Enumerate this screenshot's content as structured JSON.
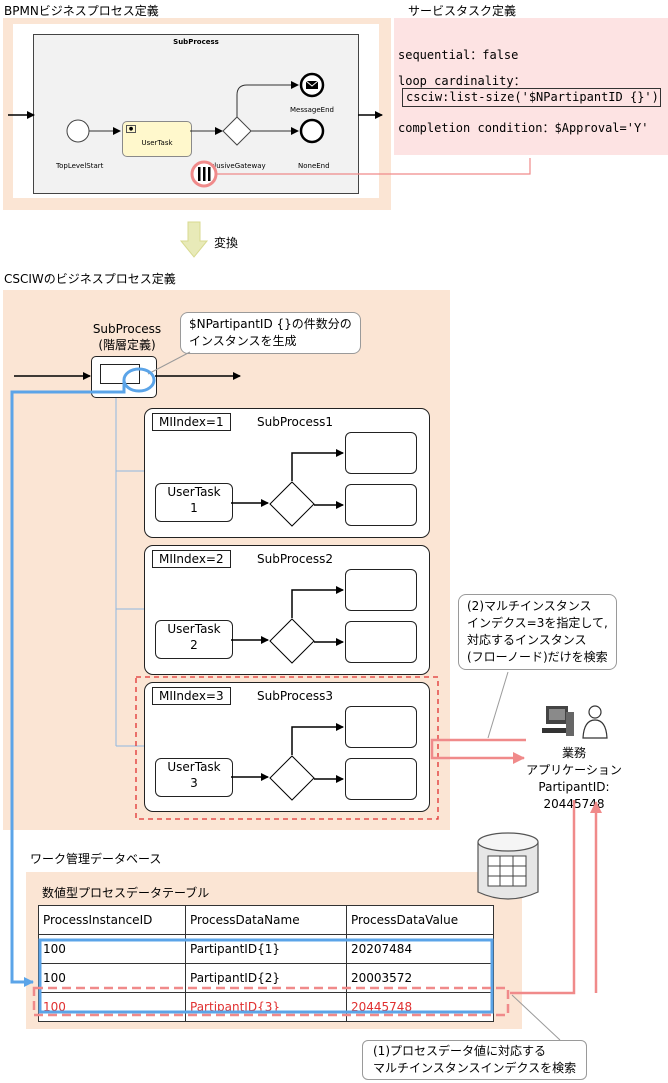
{
  "bpmn": {
    "title": "BPMNビジネスプロセス定義",
    "subprocess_label": "SubProcess",
    "usertask_label": "UserTask",
    "start_label": "TopLevelStart",
    "gateway_label": "ExclusiveGateway",
    "message_end_label": "MessageEnd",
    "none_end_label": "NoneEnd"
  },
  "service_task": {
    "title": "サービスタスク定義",
    "sequential": "sequential：false",
    "loop_cardinality": "loop cardinality：",
    "list_size": "csciw:list-size('$NPartipantID {}')",
    "completion": "completion condition：$Approval='Y'"
  },
  "conversion_label": "変換",
  "csciw": {
    "title": "CSCIWのビジネスプロセス定義",
    "subprocess_label_1": "SubProcess",
    "subprocess_label_2": "(階層定義)",
    "callout_line1": "$NPartipantID {}の件数分の",
    "callout_line2": "インスタンスを生成",
    "instances": [
      {
        "index": "MIIndex=1",
        "name": "SubProcess1",
        "task1": "UserTask",
        "task2": "1"
      },
      {
        "index": "MIIndex=2",
        "name": "SubProcess2",
        "task1": "UserTask",
        "task2": "2"
      },
      {
        "index": "MIIndex=3",
        "name": "SubProcess3",
        "task1": "UserTask",
        "task2": "3"
      }
    ]
  },
  "search_callout": {
    "line1": "(2)マルチインスタンス",
    "line2": "インデクス=3を指定して,",
    "line3": "対応するインスタンス",
    "line4": "(フローノード)だけを検索"
  },
  "app": {
    "line1": "業務",
    "line2": "アプリケーション",
    "line3": "PartipantID:",
    "line4": "20445748"
  },
  "db": {
    "title": "ワーク管理データベース",
    "table_title": "数値型プロセスデータテーブル",
    "headers": [
      "ProcessInstanceID",
      "ProcessDataName",
      "ProcessDataValue"
    ],
    "rows": [
      [
        "100",
        "PartipantID{1}",
        "20207484"
      ],
      [
        "100",
        "PartipantID{2}",
        "20003572"
      ],
      [
        "100",
        "PartipantID{3}",
        "20445748"
      ]
    ]
  },
  "bottom_callout": {
    "line1": "(1)プロセスデータ値に対応する",
    "line2": "マルチインスタンスインデクスを検索"
  },
  "colors": {
    "blue": "#5ba4e8",
    "pink": "#f08a8a",
    "red": "#e03030",
    "peach": "#fbe5d4"
  }
}
